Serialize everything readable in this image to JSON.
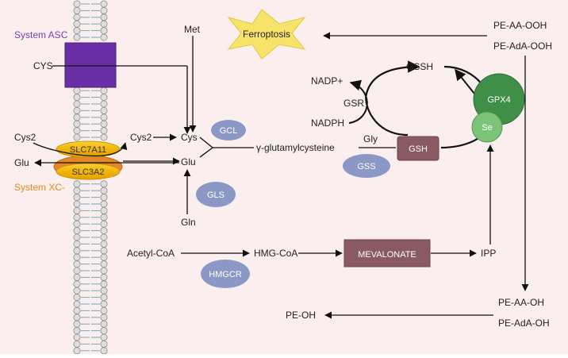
{
  "membrane": {
    "system_asc": "System ASC",
    "system_xc": "System XC-",
    "slc7a11": "SLC7A11",
    "slc3a2": "SLC3A2",
    "cys_in": "CYS",
    "cys2_in": "Cys2",
    "glu_out": "Glu"
  },
  "metabolites": {
    "met": "Met",
    "cys": "Cys",
    "cys2": "Cys2",
    "glu": "Glu",
    "gln": "Gln",
    "gamma": "γ-glutamylcysteine",
    "gly": "Gly",
    "nadp": "NADP+",
    "gsr": "GSR",
    "nadph": "NADPH",
    "gssh": "GSSH",
    "acetyl_coa": "Acetyl-CoA",
    "hmg_coa": "HMG-CoA",
    "ipp": "IPP",
    "pe_aa_ooh": "PE-AA-OOH",
    "pe_ada_ooh": "PE-AdA-OOH",
    "pe_aa_oh": "PE-AA-OH",
    "pe_ada_oh": "PE-AdA-OH",
    "pe_oh": "PE-OH"
  },
  "enzymes": {
    "gcl": "GCL",
    "gls": "GLS",
    "gss": "GSS",
    "hmgcr": "HMGCR",
    "gpx4": "GPX4",
    "se": "Se"
  },
  "boxes": {
    "gsh": "GSH",
    "mevalonate": "MEVALONATE",
    "ferroptosis": "Ferroptosis"
  },
  "colors": {
    "background": "#fbeeee",
    "asc_purple": "#6a2fa6",
    "asc_label": "#7b3fb0",
    "xc_label": "#e08a1e",
    "slc_yellow": "#f5c10e",
    "slc_orange": "#e6862a",
    "enzyme_blue": "#8b98c6",
    "box_brown": "#8a5a63",
    "gpx4_green": "#3f8f48",
    "se_green": "#7cc37a",
    "star_yellow": "#f7e36a",
    "bead": "#d8d8d8"
  }
}
